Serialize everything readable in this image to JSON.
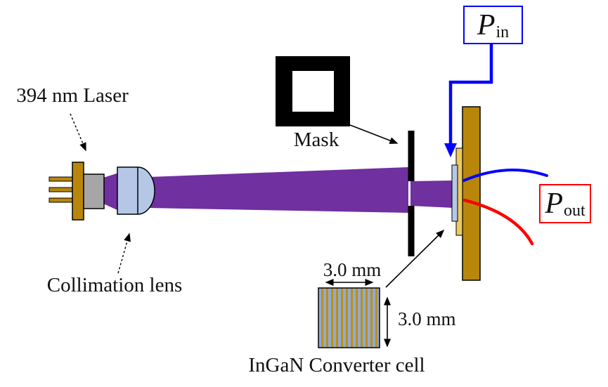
{
  "figure": {
    "background": "#FFFFFF",
    "labels": {
      "laser": "394 nm Laser",
      "collimation_lens": "Collimation lens",
      "mask": "Mask",
      "cell_width": "3.0 mm",
      "cell_height": "3.0 mm",
      "converter_cell": "InGaN Converter cell",
      "p_in": {
        "symbol": "P",
        "subscript": "in"
      },
      "p_out": {
        "symbol": "P",
        "subscript": "out"
      }
    },
    "colors": {
      "beam_purple": "#7030A0",
      "mount_gold": "#B8860B",
      "substrate_gold": "#EDC95F",
      "lens_blue": "#B4C7E7",
      "stripe_blue": "#8FAADC",
      "stripe_gold": "#BF9000",
      "laser_gray": "#A6A6A6",
      "pin_blue": "#0000FF",
      "pout_red": "#FF0000",
      "mask_black": "#000000",
      "hole_white": "#FFFFFF"
    }
  }
}
